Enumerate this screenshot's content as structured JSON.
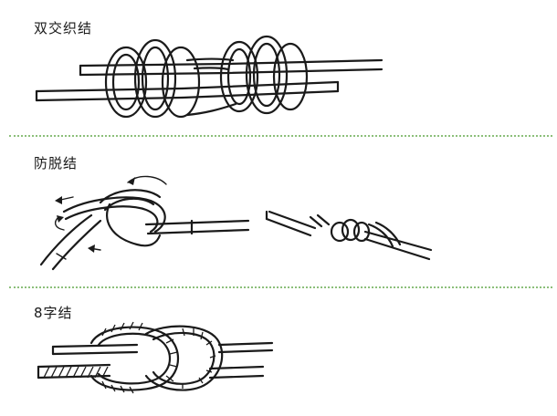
{
  "sections": [
    {
      "title": "双交织结"
    },
    {
      "title": "防脱结"
    },
    {
      "title": "8字结"
    }
  ],
  "colors": {
    "ink": "#1a1a1a",
    "divider": "#8cbf7a",
    "background": "#ffffff"
  }
}
